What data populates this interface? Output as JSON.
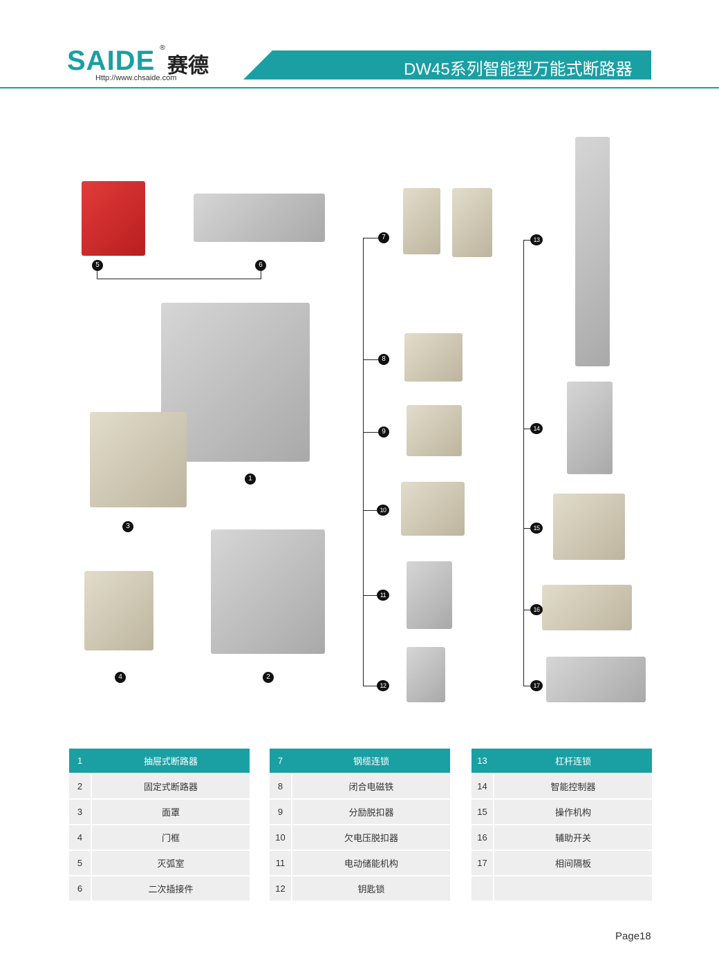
{
  "header": {
    "logo_text": "SAIDE",
    "logo_registered": "®",
    "logo_cn": "赛德",
    "url": "Http://www.chsaide.com",
    "title": "DW45系列智能型万能式断路器",
    "brand_color": "#1a9fa3"
  },
  "markers": [
    "1",
    "2",
    "3",
    "4",
    "5",
    "6",
    "7",
    "8",
    "9",
    "10",
    "11",
    "12",
    "13",
    "14",
    "15",
    "16",
    "17"
  ],
  "tables": [
    {
      "rows": [
        {
          "num": "1",
          "name": "抽屉式断路器"
        },
        {
          "num": "2",
          "name": "固定式断路器"
        },
        {
          "num": "3",
          "name": "面罩"
        },
        {
          "num": "4",
          "name": "门框"
        },
        {
          "num": "5",
          "name": "灭弧室"
        },
        {
          "num": "6",
          "name": "二次插接件"
        }
      ]
    },
    {
      "rows": [
        {
          "num": "7",
          "name": "钢缆连锁"
        },
        {
          "num": "8",
          "name": "闭合电磁铁"
        },
        {
          "num": "9",
          "name": "分励脱扣器"
        },
        {
          "num": "10",
          "name": "欠电压脱扣器"
        },
        {
          "num": "11",
          "name": "电动储能机构"
        },
        {
          "num": "12",
          "name": "钥匙锁"
        }
      ]
    },
    {
      "rows": [
        {
          "num": "13",
          "name": "杠杆连锁"
        },
        {
          "num": "14",
          "name": "智能控制器"
        },
        {
          "num": "15",
          "name": "操作机构"
        },
        {
          "num": "16",
          "name": "辅助开关"
        },
        {
          "num": "17",
          "name": "相间隔板"
        },
        {
          "num": "",
          "name": ""
        }
      ]
    }
  ],
  "page": "Page18"
}
